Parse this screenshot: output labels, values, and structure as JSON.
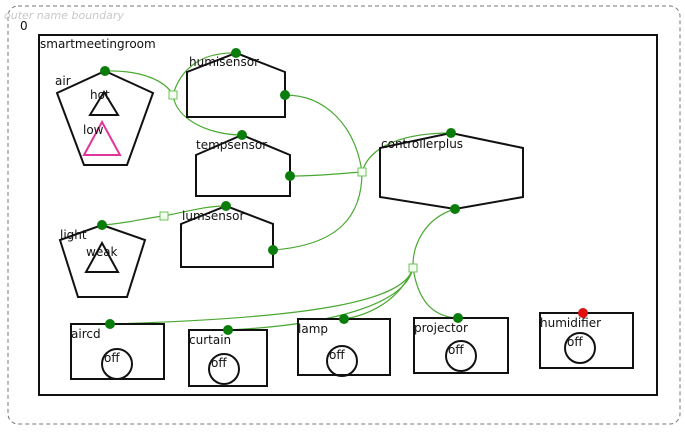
{
  "outer": {
    "label": "outer name boundary",
    "index": "0"
  },
  "room": {
    "label": "smartmeetingroom"
  },
  "nodes": {
    "air": {
      "label": "air",
      "sub": [
        {
          "label": "hot"
        },
        {
          "label": "low"
        }
      ]
    },
    "humisensor": {
      "label": "humisensor"
    },
    "tempsensor": {
      "label": "tempsensor"
    },
    "controllerplus": {
      "label": "controllerplus"
    },
    "light": {
      "label": "light",
      "sub": [
        {
          "label": "weak"
        }
      ]
    },
    "lumsensor": {
      "label": "lumsensor"
    },
    "aircd": {
      "label": "aircd",
      "state": "off"
    },
    "curtain": {
      "label": "curtain",
      "state": "off"
    },
    "lamp": {
      "label": "lamp",
      "state": "off"
    },
    "projector": {
      "label": "projector",
      "state": "off"
    },
    "humidifier": {
      "label": "humidifier",
      "state": "off"
    }
  },
  "colors": {
    "edge": "#4aa832",
    "port": "#0a7d0a",
    "alert_port": "#e01010",
    "highlight_triangle": "#e0359a"
  }
}
